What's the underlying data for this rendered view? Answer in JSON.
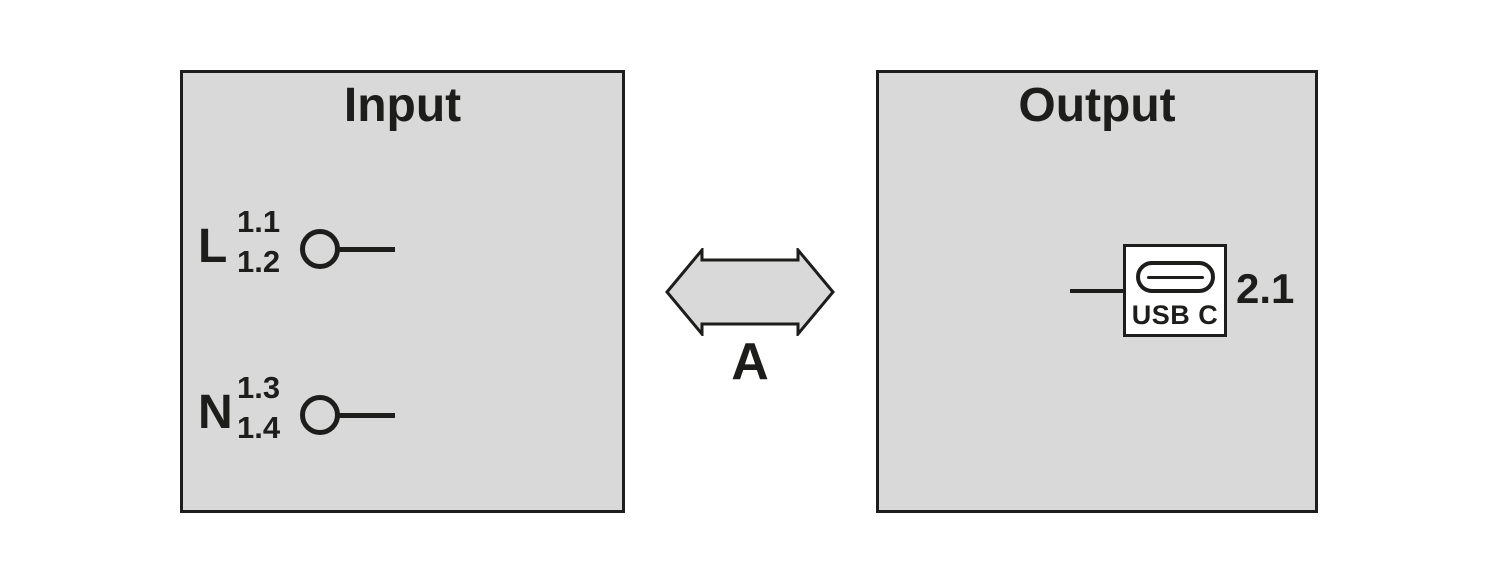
{
  "diagram": {
    "input_panel": {
      "title": "Input",
      "terminals": [
        {
          "letter": "L",
          "top_number": "1.1",
          "bottom_number": "1.2"
        },
        {
          "letter": "N",
          "top_number": "1.3",
          "bottom_number": "1.4"
        }
      ]
    },
    "connection": {
      "label": "A"
    },
    "output_panel": {
      "title": "Output",
      "port": {
        "type_label": "USB C",
        "terminal_number": "2.1"
      }
    },
    "icons": {
      "terminal-circle-icon": "css-outlined-circle",
      "bidirectional-arrow-icon": "svg-double-headed-horizontal-arrow",
      "usb-c-port-icon": "css-pill-inside-white-square"
    },
    "colors": {
      "panel_fill": "#d9d9d9",
      "outline": "#1d1d1b",
      "port_fill": "#ffffff",
      "background": "#ffffff"
    }
  }
}
